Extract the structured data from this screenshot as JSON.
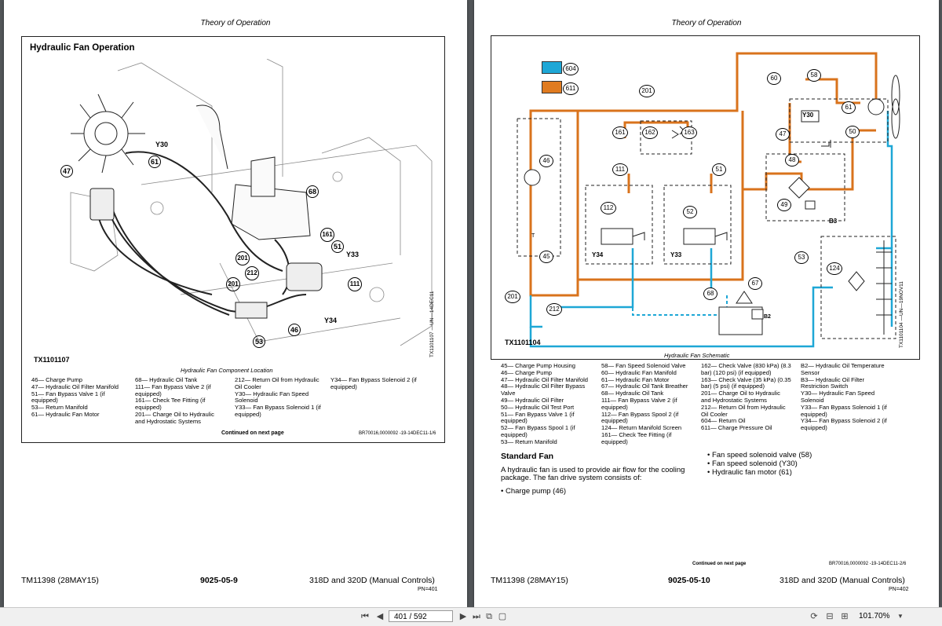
{
  "left": {
    "header": "Theory of Operation",
    "section_title": "Hydraulic Fan Operation",
    "figure_id": "TX1101107",
    "side_code": "TX1101107 —UN—14DEC11",
    "caption": "Hydraulic Fan Component Location",
    "callouts": [
      "Y30",
      "61",
      "47",
      "68",
      "161",
      "51",
      "Y33",
      "201",
      "212",
      "201",
      "111",
      "Y34",
      "46",
      "53"
    ],
    "legend": [
      [
        "46— Charge Pump",
        "47— Hydraulic Oil Filter Manifold",
        "51— Fan Bypass Valve 1 (if",
        "    equipped)",
        "53— Return Manifold",
        "61— Hydraulic Fan Motor"
      ],
      [
        "68— Hydraulic Oil Tank",
        "111— Fan Bypass Valve 2 (if",
        "    equipped)",
        "161— Check Tee Fitting (if",
        "    equipped)",
        "201— Charge Oil to Hydraulic",
        "    and Hydrostatic Systems"
      ],
      [
        "212— Return Oil from Hydraulic",
        "    Oil Cooler",
        "Y30— Hydraulic Fan Speed",
        "    Solenoid",
        "Y33— Fan Bypass Solenoid 1 (if",
        "    equipped)"
      ],
      [
        "Y34— Fan Bypass Solenoid 2 (if",
        "    equipped)"
      ]
    ],
    "continued": "Continued on next page",
    "ref": "BR70016,0000092 -19-14DEC11-1/6",
    "footer": {
      "doc": "TM11398 (28MAY15)",
      "page_code": "9025-05-9",
      "model": "318D and 320D (Manual Controls)",
      "small": "",
      "pn": "PN=401"
    }
  },
  "right": {
    "header": "Theory of Operation",
    "figure_id": "TX1101104",
    "side_code": "TX1101104 —UN—19NOV11",
    "caption": "Hydraulic Fan Schematic",
    "color_key": [
      {
        "num": "604",
        "color": "#1ea7d6"
      },
      {
        "num": "611",
        "color": "#e07b20"
      }
    ],
    "schematic_labels": {
      "n201a": "201",
      "n161": "161",
      "n162": "162",
      "n163": "163",
      "n111": "111",
      "n51": "51",
      "n112": "112",
      "n52": "52",
      "y34": "Y34",
      "y33": "Y33",
      "n46": "46",
      "n45": "45",
      "n201b": "201",
      "n212": "212",
      "n68": "68",
      "n67": "67",
      "b2": "B2",
      "n60": "60",
      "n58": "58",
      "n61": "61",
      "y30": "Y30",
      "n47": "47",
      "n50": "50",
      "n48": "48",
      "n49": "49",
      "b3": "B3",
      "n53": "53",
      "n124": "124",
      "t": "T"
    },
    "legend": [
      [
        "45— Charge Pump Housing",
        "46— Charge Pump",
        "47— Hydraulic Oil Filter Manifold",
        "48— Hydraulic Oil Filter Bypass",
        "    Valve",
        "49— Hydraulic Oil Filter",
        "50— Hydraulic Oil Test Port",
        "51— Fan Bypass Valve 1 (if",
        "    equipped)",
        "52— Fan Bypass Spool 1 (if",
        "    equipped)",
        "53— Return Manifold"
      ],
      [
        "58— Fan Speed Solenoid Valve",
        "60— Hydraulic Fan Manifold",
        "61— Hydraulic Fan Motor",
        "67— Hydraulic Oil Tank Breather",
        "68— Hydraulic Oil Tank",
        "111— Fan Bypass Valve 2 (if",
        "    equipped)",
        "112— Fan Bypass Spool 2 (if",
        "    equipped)",
        "124— Return Manifold Screen",
        "161— Check Tee Fitting (if",
        "    equipped)"
      ],
      [
        "162— Check Valve (830 kPa) (8.3",
        "    bar) (120 psi) (if equipped)",
        "163— Check Valve (35 kPa) (0.35",
        "    bar) (5 psi) (if equipped)",
        "201— Charge Oil to Hydraulic",
        "    and Hydrostatic Systems",
        "212— Return Oil from Hydraulic",
        "    Oil Cooler",
        "604— Return Oil",
        "611— Charge Pressure Oil"
      ],
      [
        "B2— Hydraulic Oil Temperature",
        "    Sensor",
        "B3— Hydraulic Oil Filter",
        "    Restriction Switch",
        "Y30— Hydraulic Fan Speed",
        "    Solenoid",
        "Y33— Fan Bypass Solenoid 1 (if",
        "    equipped)",
        "Y34— Fan Bypass Solenoid 2 (if",
        "    equipped)"
      ]
    ],
    "standard_fan_title": "Standard Fan",
    "standard_fan_text_1": "A hydraulic fan is used to provide air flow for the cooling",
    "standard_fan_text_2": "package. The fan drive system consists of:",
    "bullets_left": [
      "Charge pump (46)"
    ],
    "bullets_right": [
      "Fan speed solenoid valve (58)",
      "Fan speed solenoid (Y30)",
      "Hydraulic fan motor (61)"
    ],
    "continued": "Continued on next page",
    "ref": "BR70016,0000092 -19-14DEC11-2/6",
    "footer": {
      "doc": "TM11398 (28MAY15)",
      "page_code": "9025-05-10",
      "model": "318D and 320D (Manual Controls)",
      "small": "",
      "pn": "PN=402"
    }
  },
  "toolbar": {
    "page_indicator": "401 / 592",
    "zoom": "101.70%",
    "icons": [
      "first-page-icon",
      "prev-page-icon",
      "next-page-icon",
      "last-page-icon",
      "two-page-icon",
      "fit-icon",
      "rotate-icon",
      "zoom-out-icon",
      "zoom-in-icon"
    ]
  }
}
